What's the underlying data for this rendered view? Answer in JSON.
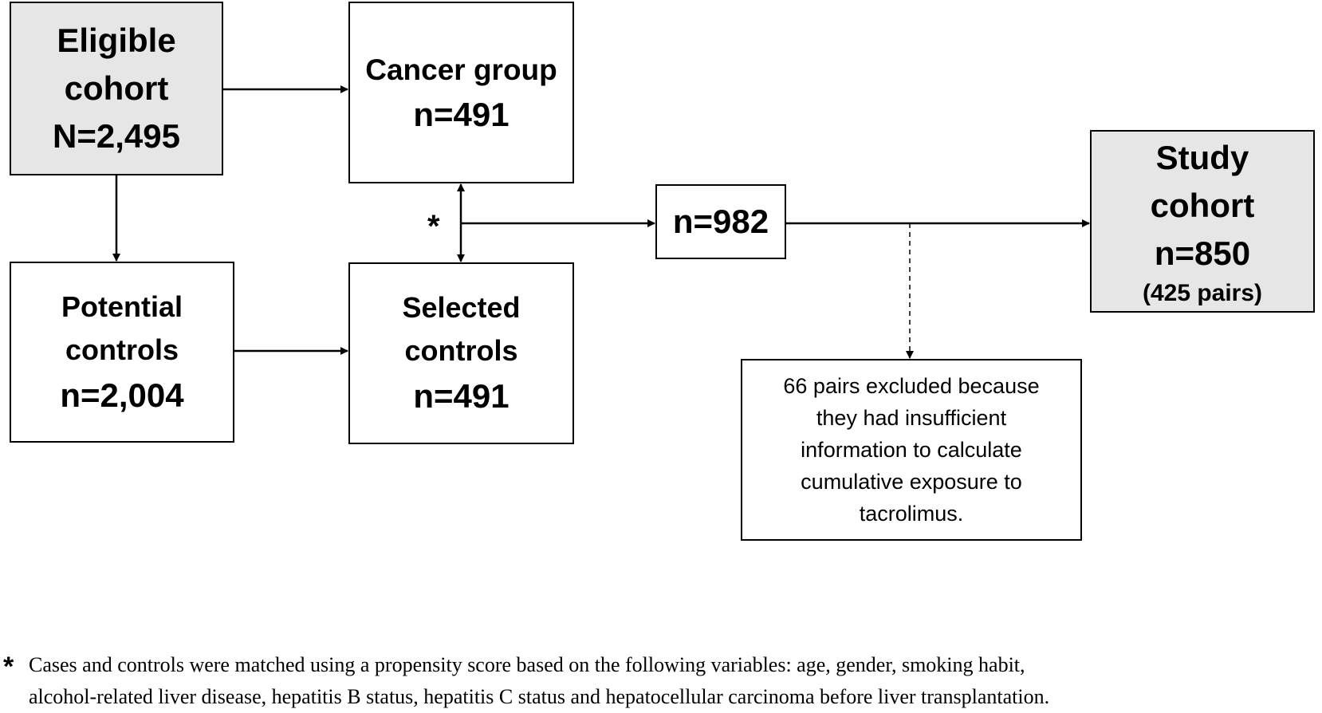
{
  "boxes": {
    "eligible": {
      "lines": [
        "Eligible",
        "cohort",
        "N=2,495"
      ]
    },
    "cancer": {
      "lines": [
        "Cancer group",
        "n=491"
      ]
    },
    "potential": {
      "lines": [
        "Potential",
        "controls",
        "n=2,004"
      ]
    },
    "selected": {
      "lines": [
        "Selected",
        "controls",
        "n=491"
      ]
    },
    "combined": {
      "lines": [
        "n=982"
      ]
    },
    "study": {
      "lines": [
        "Study",
        "cohort",
        "n=850",
        "(425 pairs)"
      ]
    },
    "excluded": {
      "lines": [
        "66 pairs excluded because",
        "they had insufficient",
        "information to calculate",
        "cumulative exposure to",
        "tacrolimus."
      ]
    }
  },
  "matching_marker": "*",
  "footnote": {
    "marker": "*",
    "lines": [
      "Cases and controls were matched using a propensity score based on the following variables: age, gender, smoking habit,",
      "alcohol-related liver disease, hepatitis B status, hepatitis C status and hepatocellular carcinoma before liver transplantation."
    ]
  },
  "colors": {
    "shaded_box": "#e6e6e6",
    "plain_box": "#ffffff",
    "line": "#000000"
  }
}
